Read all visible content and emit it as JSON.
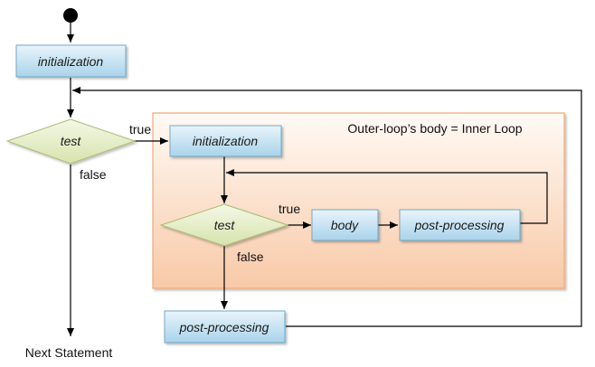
{
  "outer": {
    "init_label": "initialization",
    "test_label": "test",
    "true_label": "true",
    "false_label": "false",
    "post_label": "post-processing",
    "next_label": "Next Statement"
  },
  "inner": {
    "region_title": "Outer-loop’s body = Inner Loop",
    "init_label": "initialization",
    "test_label": "test",
    "true_label": "true",
    "false_label": "false",
    "body_label": "body",
    "post_label": "post-processing"
  },
  "colors": {
    "box_fill_top": "#e8f4fb",
    "box_fill_bottom": "#a9d3ea",
    "box_stroke": "#6fa9c9",
    "diamond_fill_top": "#f4f8e6",
    "diamond_fill_bottom": "#d6e3ad",
    "diamond_stroke": "#a9bb72",
    "region_fill_top": "#fffaf5",
    "region_fill_bottom": "#f8c9a7",
    "region_stroke": "#f0a878",
    "line": "#000000"
  }
}
